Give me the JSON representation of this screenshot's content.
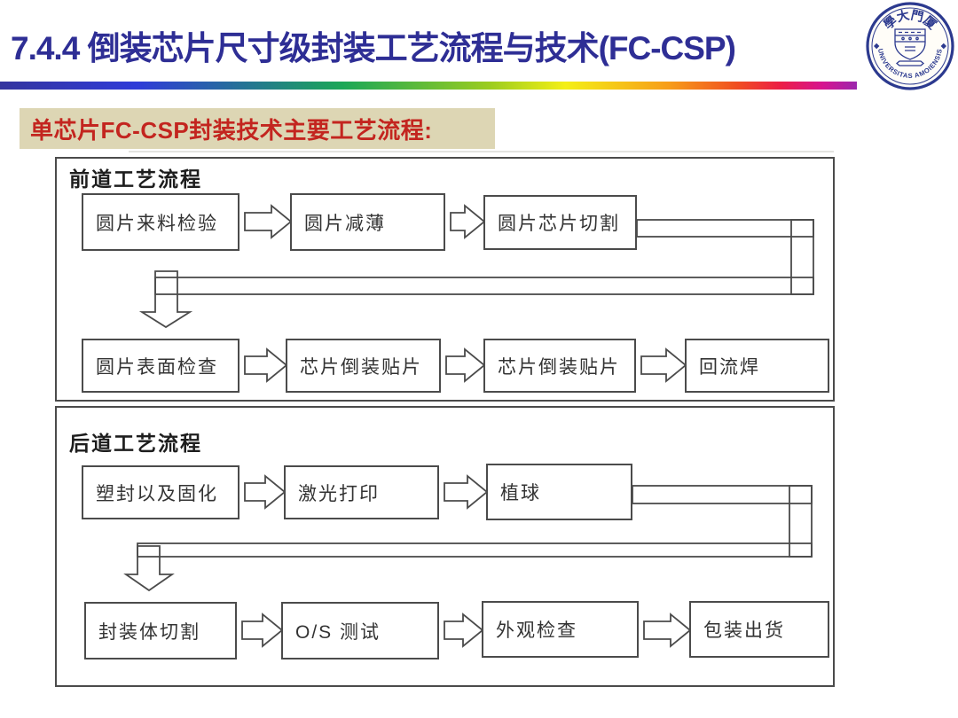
{
  "header": {
    "title": "7.4.4 倒装芯片尺寸级封装工艺流程与技术(FC-CSP)",
    "logo": {
      "top_text": "學大門厦",
      "bottom_text": "UNIVERSITAS AMOIENSIS"
    }
  },
  "subtitle": {
    "text": "单芯片FC-CSP封装技术主要工艺流程:"
  },
  "flowchart": {
    "front": {
      "heading": "前道工艺流程",
      "steps_row1": [
        "圆片来料检验",
        "圆片减薄",
        "圆片芯片切割"
      ],
      "steps_row2": [
        "圆片表面检查",
        "芯片倒装贴片",
        "芯片倒装贴片",
        "回流焊"
      ]
    },
    "back": {
      "heading": "后道工艺流程",
      "steps_row1": [
        "塑封以及固化",
        "激光打印",
        "植球"
      ],
      "steps_row2": [
        "封装体切割",
        "O/S 测试",
        "外观检查",
        "包装出货"
      ]
    }
  },
  "colors": {
    "title_text": "#2e2e95",
    "subtitle_bg": "#ddd6b4",
    "subtitle_text": "#c3251f",
    "box_border": "#4b4b4b",
    "box_text": "#333333",
    "logo_blue": "#2c3a8f"
  }
}
